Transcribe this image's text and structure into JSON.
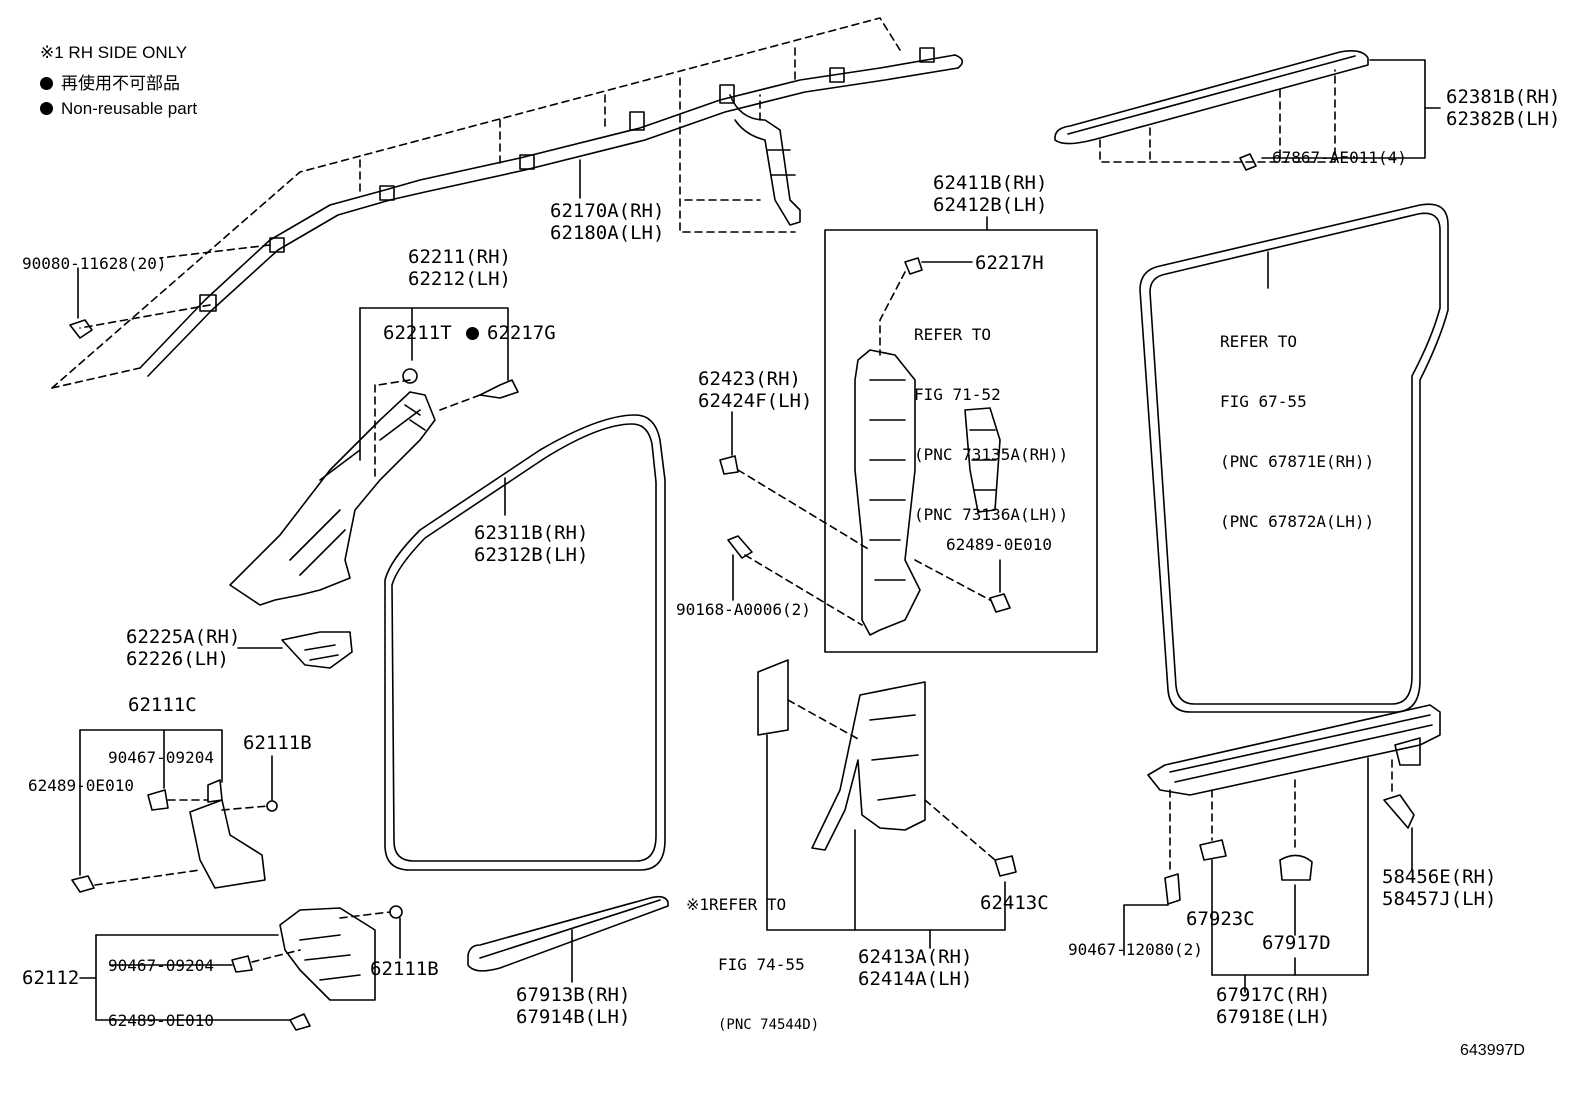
{
  "notes": {
    "rh_side_only": "※1 RH SIDE ONLY",
    "non_reusable_jp": "再使用不可部品",
    "non_reusable_en": "Non-reusable part"
  },
  "labels": {
    "p90080": "90080-11628(20)",
    "p62170a": "62170A(RH)",
    "p62180a": "62180A(LH)",
    "p62211": "62211(RH)",
    "p62212": "62212(LH)",
    "p62211t": "62211T",
    "p62217g": "62217G",
    "p62311b": "62311B(RH)",
    "p62312b": "62312B(LH)",
    "p62225a": "62225A(RH)",
    "p62226": "62226(LH)",
    "p62111c": "62111C",
    "p90467a": "90467-09204",
    "p62111b_a": "62111B",
    "p62489a": "62489-0E010",
    "p62112": "62112",
    "p90467b": "90467-09204",
    "p62489b": "62489-0E010",
    "p62111b_b": "62111B",
    "p67913b": "67913B(RH)",
    "p67914b": "67914B(LH)",
    "p62423": "62423(RH)",
    "p62424f": "62424F(LH)",
    "p90168": "90168-A0006(2)",
    "p62411b": "62411B(RH)",
    "p62412b": "62412B(LH)",
    "p62217h": "62217H",
    "p62489c": "62489-0E010",
    "p62413c": "62413C",
    "p62413a": "62413A(RH)",
    "p62414a": "62414A(LH)",
    "p62381b": "62381B(RH)",
    "p62382b": "62382B(LH)",
    "p67867": "67867-AE011(4)",
    "p58456e": "58456E(RH)",
    "p58457j": "58457J(LH)",
    "p90467c": "90467-12080(2)",
    "p67923c": "67923C",
    "p67917d": "67917D",
    "p67917c": "67917C(RH)",
    "p67918e": "67918E(LH)",
    "fig_id": "643997D"
  },
  "refs": {
    "r1": [
      "REFER TO",
      "FIG 71-52",
      "(PNC 73135A(RH))",
      "(PNC 73136A(LH))"
    ],
    "r2": [
      "REFER TO",
      "FIG 67-55",
      "(PNC 67871E(RH))",
      "(PNC 67872A(LH))"
    ],
    "r3_mark": "※1",
    "r3": [
      "REFER TO",
      "FIG 74-55",
      "(PNC 74544D)"
    ]
  }
}
